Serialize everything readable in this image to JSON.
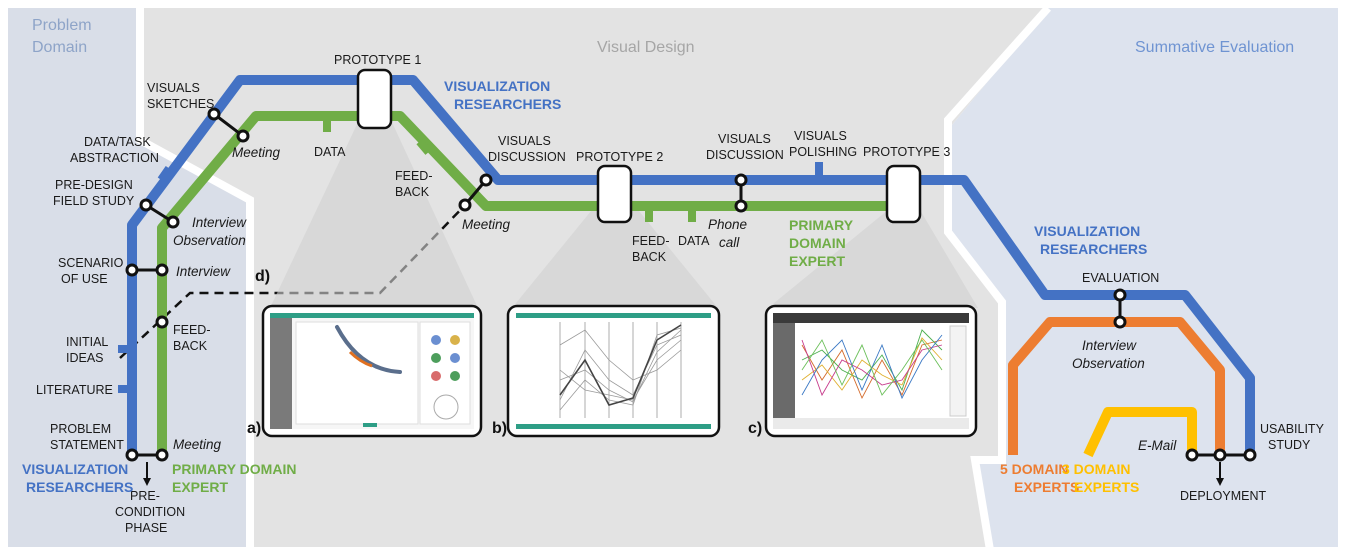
{
  "phases": {
    "problem_domain": [
      "Problem",
      "Domain"
    ],
    "visual_design": "Visual Design",
    "summative_evaluation": "Summative Evaluation"
  },
  "colors": {
    "visualization_researchers": "#4472c4",
    "primary_domain_expert": "#70ad47",
    "five_domain_experts": "#ed7d31",
    "three_domain_experts": "#ffc000",
    "phase_problem": "#d9dee8",
    "phase_design": "#e3e3e3",
    "phase_evaluation": "#dde3ee"
  },
  "lines": {
    "viz_researchers_left": [
      "VISUALIZATION",
      "RESEARCHERS"
    ],
    "viz_researchers_top": [
      "VISUALIZATION",
      "RESEARCHERS"
    ],
    "viz_researchers_right": [
      "VISUALIZATION",
      "RESEARCHERS"
    ],
    "primary_expert_left": [
      "PRIMARY DOMAIN",
      "EXPERT"
    ],
    "primary_expert_mid": [
      "PRIMARY",
      "DOMAIN",
      "EXPERT"
    ],
    "five_experts": [
      "5 DOMAIN",
      "EXPERTS"
    ],
    "three_experts": [
      "3 DOMAIN",
      "EXPERTS"
    ]
  },
  "stations_left": {
    "visuals_sketches": [
      "VISUALS",
      "SKETCHES"
    ],
    "data_task_abstraction": [
      "DATA/TASK",
      "ABSTRACTION"
    ],
    "pre_design_field_study": [
      "PRE-DESIGN",
      "FIELD STUDY"
    ],
    "scenario_of_use": [
      "SCENARIO",
      "OF USE"
    ],
    "initial_ideas": [
      "INITIAL",
      "IDEAS"
    ],
    "literature": "LITERATURE",
    "problem_statement": [
      "PROBLEM",
      "STATEMENT"
    ],
    "precondition_phase": [
      "PRE-",
      "CONDITION",
      "PHASE"
    ]
  },
  "stations_expert": {
    "meeting_1": "Meeting",
    "interview_observation": [
      "Interview",
      "Observation"
    ],
    "interview": "Interview",
    "feedback_1": [
      "FEED-",
      "BACK"
    ],
    "meeting_2": "Meeting",
    "data_1": "DATA",
    "feedback_2": [
      "FEED-",
      "BACK"
    ],
    "meeting_3": "Meeting",
    "feedback_3": [
      "FEED-",
      "BACK"
    ],
    "data_2": "DATA",
    "phone_call": [
      "Phone",
      "call"
    ]
  },
  "stations_top": {
    "prototype_1": "PROTOTYPE 1",
    "visuals_discussion_1": [
      "VISUALS",
      "DISCUSSION"
    ],
    "prototype_2": "PROTOTYPE 2",
    "visuals_discussion_2": [
      "VISUALS",
      "DISCUSSION"
    ],
    "visuals_polishing": [
      "VISUALS",
      "POLISHING"
    ],
    "prototype_3": "PROTOTYPE 3"
  },
  "stations_eval": {
    "evaluation": "EVALUATION",
    "interview_observation": [
      "Interview",
      "Observation"
    ],
    "email": "E-Mail",
    "usability_study": [
      "USABILITY",
      "STUDY"
    ],
    "deployment": "DEPLOYMENT"
  },
  "panels": {
    "a": "a)",
    "b": "b)",
    "c": "c)",
    "d": "d)"
  }
}
